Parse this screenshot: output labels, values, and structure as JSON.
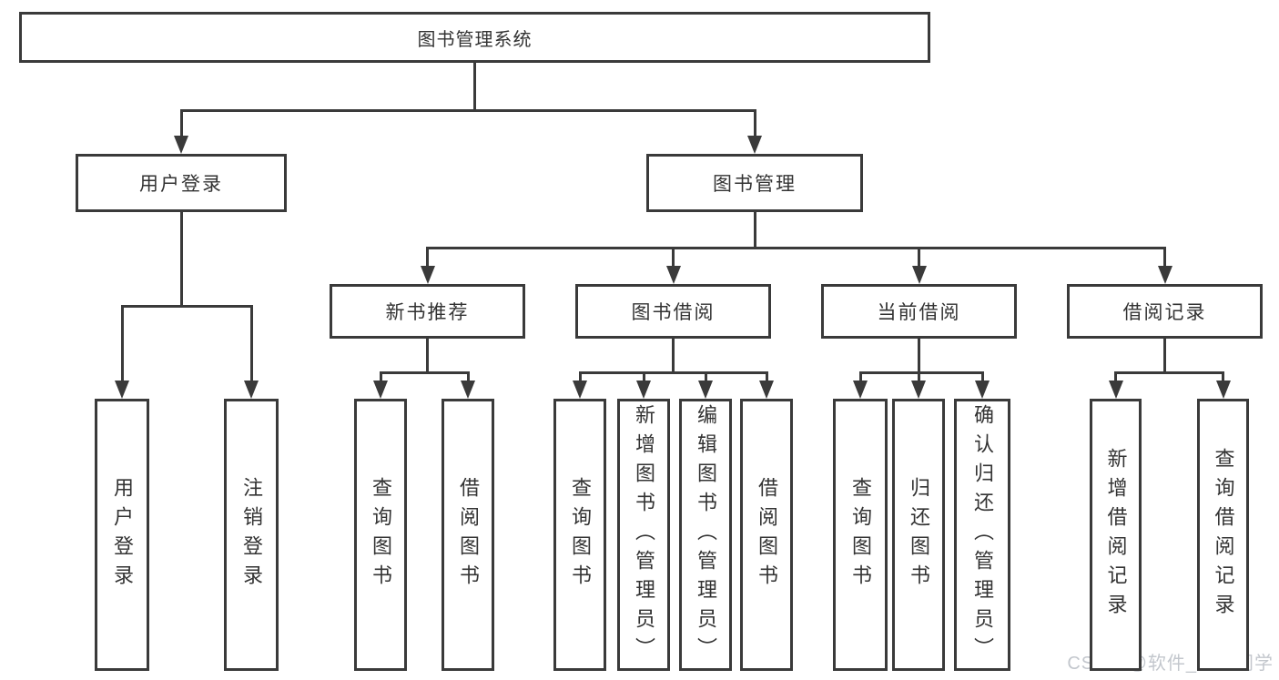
{
  "watermark": "CSDN @软件_小贺同学",
  "colors": {
    "line": "#3a3a3a",
    "text": "#333333",
    "watermark": "#c3c7cd",
    "background": "#ffffff"
  },
  "tree": {
    "id": "library-management-system",
    "label": "图书管理系统",
    "children": [
      {
        "id": "user-login",
        "label": "用户登录",
        "children": [
          {
            "id": "user-login-action",
            "label": "用户登录"
          },
          {
            "id": "logout-action",
            "label": "注销登录"
          }
        ]
      },
      {
        "id": "book-management",
        "label": "图书管理",
        "children": [
          {
            "id": "new-book-recommendation",
            "label": "新书推荐",
            "children": [
              {
                "id": "recommend-query-books",
                "label": "查询图书"
              },
              {
                "id": "recommend-borrow-books",
                "label": "借阅图书"
              }
            ]
          },
          {
            "id": "book-borrowing",
            "label": "图书借阅",
            "children": [
              {
                "id": "borrowing-query-books",
                "label": "查询图书"
              },
              {
                "id": "borrowing-add-book-admin",
                "label": "新增图书（管理员）"
              },
              {
                "id": "borrowing-edit-book-admin",
                "label": "编辑图书（管理员）"
              },
              {
                "id": "borrowing-borrow-books",
                "label": "借阅图书"
              }
            ]
          },
          {
            "id": "current-borrowing",
            "label": "当前借阅",
            "children": [
              {
                "id": "current-query-books",
                "label": "查询图书"
              },
              {
                "id": "current-return-books",
                "label": "归还图书"
              },
              {
                "id": "current-confirm-return-admin",
                "label": "确认归还（管理员）"
              }
            ]
          },
          {
            "id": "borrowing-records",
            "label": "借阅记录",
            "children": [
              {
                "id": "records-add-borrow-record",
                "label": "新增借阅记录"
              },
              {
                "id": "records-query-borrow-record",
                "label": "查询借阅记录"
              }
            ]
          }
        ]
      }
    ]
  }
}
